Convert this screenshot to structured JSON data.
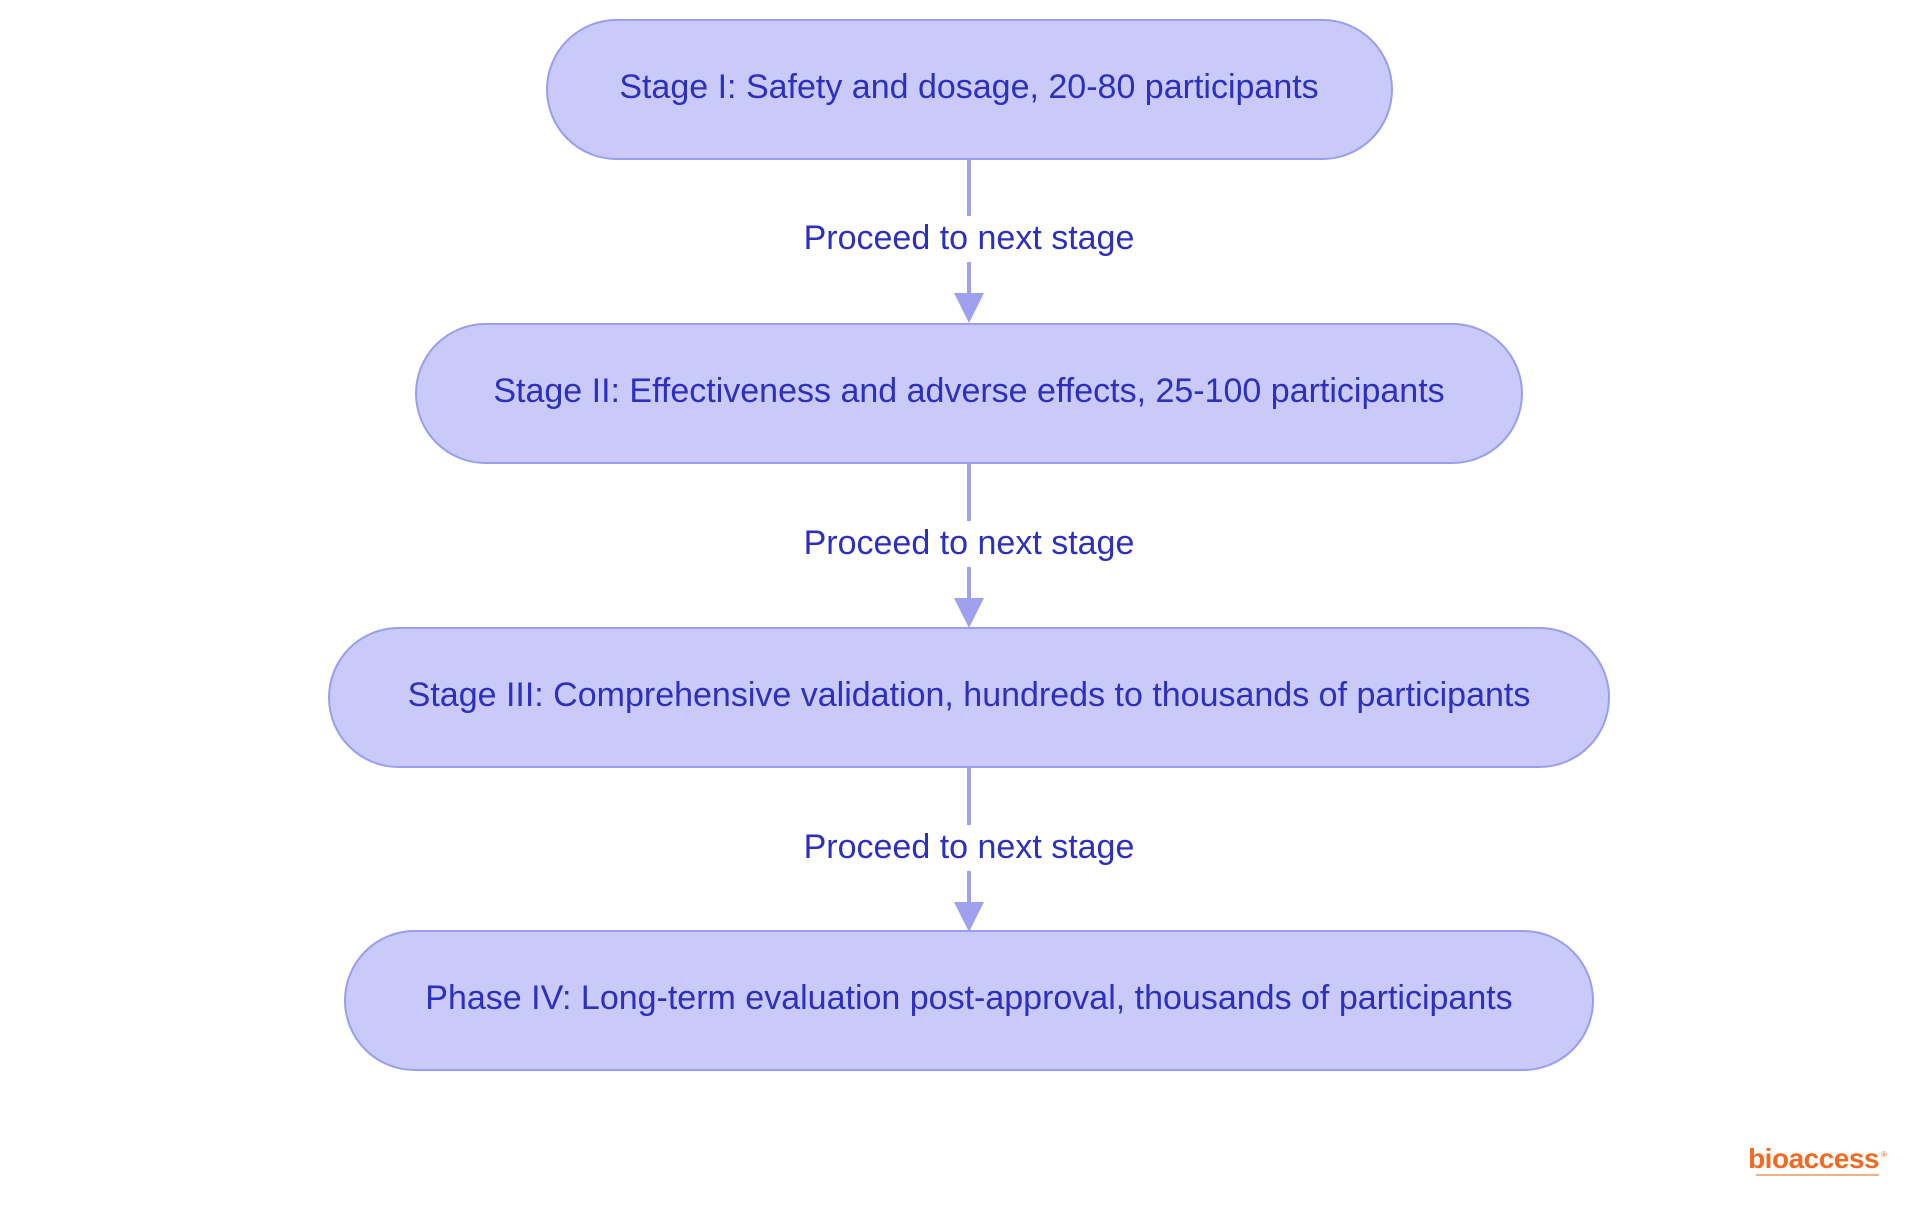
{
  "diagram": {
    "nodes": [
      {
        "id": "stage-1",
        "label": "Stage I: Safety and dosage, 20-80 participants"
      },
      {
        "id": "stage-2",
        "label": "Stage II: Effectiveness and adverse effects, 25-100 participants"
      },
      {
        "id": "stage-3",
        "label": "Stage III: Comprehensive validation, hundreds to thousands of participants"
      },
      {
        "id": "phase-4",
        "label": "Phase IV: Long-term evaluation post-approval, thousands of participants"
      }
    ],
    "edges": [
      {
        "from": "stage-1",
        "to": "stage-2",
        "label": "Proceed to next stage"
      },
      {
        "from": "stage-2",
        "to": "stage-3",
        "label": "Proceed to next stage"
      },
      {
        "from": "stage-3",
        "to": "phase-4",
        "label": "Proceed to next stage"
      }
    ],
    "colors": {
      "node_fill": "#c9caf9",
      "node_stroke": "#9a9df0",
      "text": "#2c2fbf",
      "edge": "#9fa1ee"
    }
  },
  "logo": {
    "name": "bioaccess",
    "registered_mark": "®",
    "color": "#f26a21"
  }
}
